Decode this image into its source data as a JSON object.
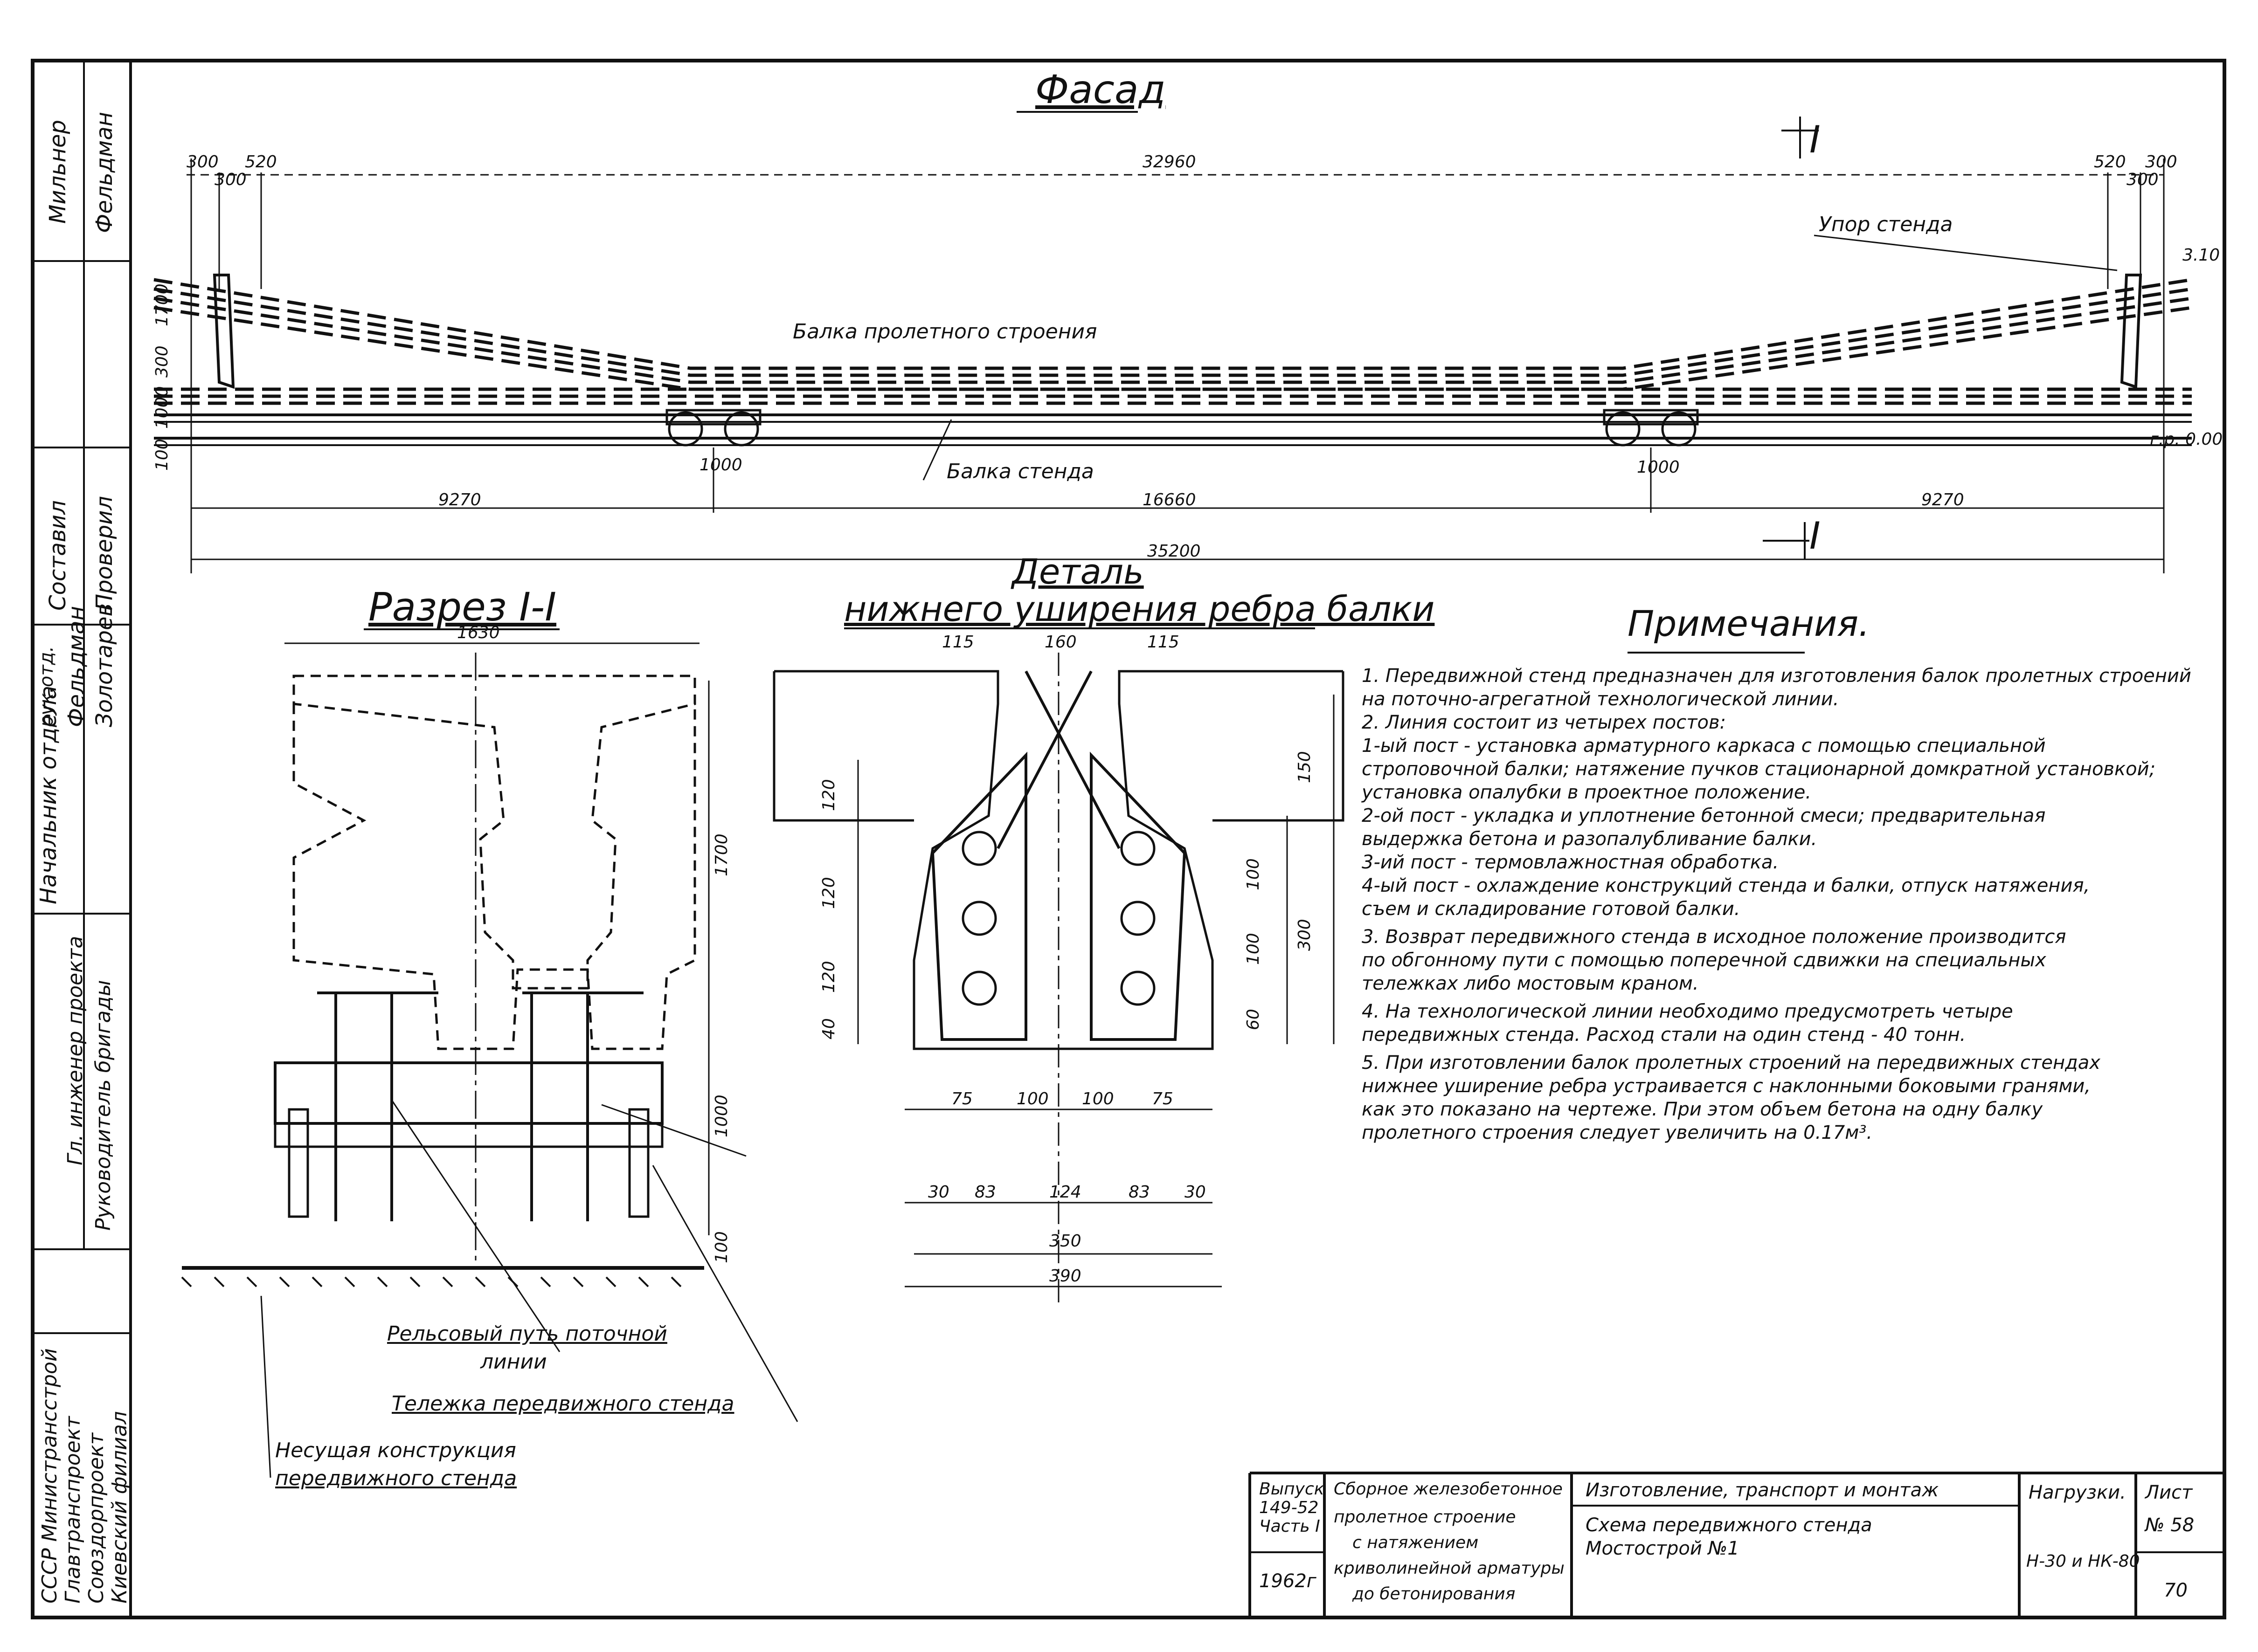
{
  "facade": {
    "title": "Фасад",
    "dims_top": [
      "300",
      "300",
      "520",
      "32960",
      "520",
      "300",
      "300"
    ],
    "dims_side": [
      "1700",
      "300",
      "1000",
      "100"
    ],
    "beam_label": "Балка пролетного строения",
    "stand_beam_label": "Балка стенда",
    "stop_label": "Упор стенда",
    "elev_right": "3.10",
    "elev_base": "г.р. 0.00",
    "trolley_dim": "1000",
    "dims_bottom": [
      "9270",
      "16660",
      "9270"
    ],
    "total": "35200",
    "section_marks": [
      "I",
      "I"
    ]
  },
  "section": {
    "title": "Разрез I-I",
    "width": "1630",
    "height": "1700",
    "dim_1000": "1000",
    "dim_100": "100"
  },
  "detail": {
    "title_line1": "Деталь",
    "title_line2": "нижнего уширения ребра балки",
    "top_dims": [
      "115",
      "160",
      "115"
    ],
    "left_dims": [
      "120",
      "120",
      "120",
      "40"
    ],
    "right_dims": [
      "150",
      "100",
      "100",
      "60"
    ],
    "right_total": "300",
    "row1": [
      "75",
      "100",
      "100",
      "75"
    ],
    "row2": [
      "30",
      "83",
      "124",
      "83",
      "30"
    ],
    "w350": "350",
    "w390": "390"
  },
  "callouts": {
    "rail": [
      "Рельсовый путь поточной",
      "линии"
    ],
    "trolley": "Тележка передвижного стенда",
    "structure": [
      "Несущая конструкция",
      "передвижного стенда"
    ]
  },
  "notes": {
    "title": "Примечания.",
    "lines": [
      "1. Передвижной стенд предназначен для изготовления балок пролетных строений",
      "   на поточно-агрегатной технологической линии.",
      "2. Линия состоит из четырех постов:",
      "   1-ый пост - установка арматурного каркаса с помощью специальной",
      "   строповочной балки; натяжение пучков стационарной домкратной установкой;",
      "   установка опалубки в проектное положение.",
      "   2-ой пост - укладка и уплотнение бетонной смеси; предварительная",
      "   выдержка бетона и разопалубливание балки.",
      "   3-ий пост - термовлажностная обработка.",
      "   4-ый пост - охлаждение конструкций стенда и балки, отпуск натяжения,",
      "   съем и складирование готовой балки.",
      "3. Возврат передвижного стенда в исходное положение производится",
      "   по обгонному пути с помощью поперечной сдвижки на специальных",
      "   тележках либо мостовым краном.",
      "4. На технологической линии необходимо предусмотреть четыре",
      "   передвижных стенда. Расход стали на один стенд - 40 тонн.",
      "5. При изготовлении балок пролетных строений на передвижных стендах",
      "   нижнее уширение ребра устраивается с наклонными боковыми гранями,",
      "   как это показано на чертеже. При этом объем бетона на одну балку",
      "   пролетного строения следует увеличить на 0.17м³."
    ]
  },
  "side": {
    "names_top": [
      "Мильнер",
      "Фельдман"
    ],
    "names_mid": [
      "Составил",
      "Проверил"
    ],
    "roles": [
      "Начальник отдела",
      "Гл. инженер проекта",
      "Руководитель бригады"
    ],
    "names_low": [
      "Фельдман",
      "Золотарев"
    ],
    "head": "рук.отд.",
    "org": [
      "СССР Министрансстрой",
      "Главтранспроект",
      "Союздорпроект",
      "Киевский филиал"
    ]
  },
  "titleblock": {
    "issue": [
      "Выпуск",
      "149-52",
      "Часть I"
    ],
    "year": "1962г",
    "desc": [
      "Сборное железобетонное",
      "пролетное строение",
      "с натяжением",
      "криволинейной арматуры",
      "до бетонирования"
    ],
    "main": "Изготовление, транспорт и монтаж",
    "sub": [
      "Схема передвижного стенда",
      "Мостострой №1"
    ],
    "loads_label": "Нагрузки.",
    "loads": "Н-30 и НК-80",
    "sheet_label": "Лист",
    "sheet_no": "№ 58",
    "page_no": "70"
  }
}
